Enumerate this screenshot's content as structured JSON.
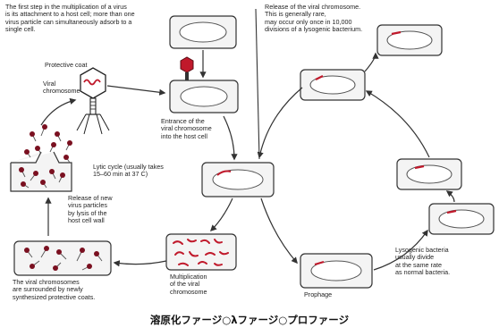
{
  "caption": "溶原化ファージ○λファージ○プロファージ",
  "labels": {
    "first_step": "The first step in the multiplication of a virus\nis its attachment to a host cell; more than one\nvirus particle can simultaneously adsorb to a\nsingle cell.",
    "protective_coat": "Protective coat",
    "viral_chromosome": "Viral\nchromosome",
    "entrance": "Entrance of the\nviral chromosome\ninto the host cell",
    "release_chromosome": "Release of the viral chromosome.\nThis is generally rare,\nmay occur only once in 10,000\ndivisions of a lysogenic bacterium.",
    "lytic_cycle": "Lytic cycle (usually takes\n15–60 min at 37 C)",
    "release_particles": "Release of new\nvirus particles\nby lysis of the\nhost cell wall",
    "surrounded": "The viral chromosomes\nare surrounded by newly\nsynthesized protective coats.",
    "multiplication": "Multiplication\nof the viral\nchromosome",
    "prophage": "Prophage",
    "lysogenic": "Lysogenic bacteria\nusually divide\nat the same rate\nas normal bacteria."
  },
  "colors": {
    "viral_dna": "#c0192b",
    "phage_head": "#7a1020",
    "cell_outline": "#333333",
    "cell_fill": "#f4f4f4",
    "inner_fill": "#ffffff",
    "arrow": "#333333"
  }
}
